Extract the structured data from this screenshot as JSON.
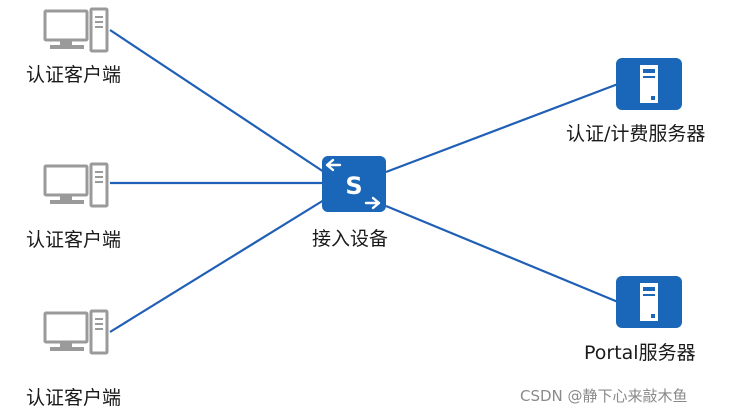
{
  "nodes": {
    "client1": {
      "label": "认证客户端",
      "icon": "computer-icon"
    },
    "client2": {
      "label": "认证客户端",
      "icon": "computer-icon"
    },
    "client3": {
      "label": "认证客户端",
      "icon": "computer-icon"
    },
    "switch": {
      "label": "接入设备",
      "icon": "switch-icon",
      "symbol": "S"
    },
    "auth_server": {
      "label": "认证/计费服务器",
      "icon": "server-icon"
    },
    "portal_server": {
      "label": "Portal服务器",
      "icon": "server-icon"
    }
  },
  "edges": [
    {
      "from": "client1",
      "to": "switch"
    },
    {
      "from": "client2",
      "to": "switch"
    },
    {
      "from": "client3",
      "to": "switch"
    },
    {
      "from": "switch",
      "to": "auth_server"
    },
    {
      "from": "switch",
      "to": "portal_server"
    }
  ],
  "watermark": "CSDN @静下心来敲木鱼",
  "colors": {
    "link": "#1f5fb5",
    "device": "#1a66b8",
    "computer_gray": "#9a9a9a"
  }
}
